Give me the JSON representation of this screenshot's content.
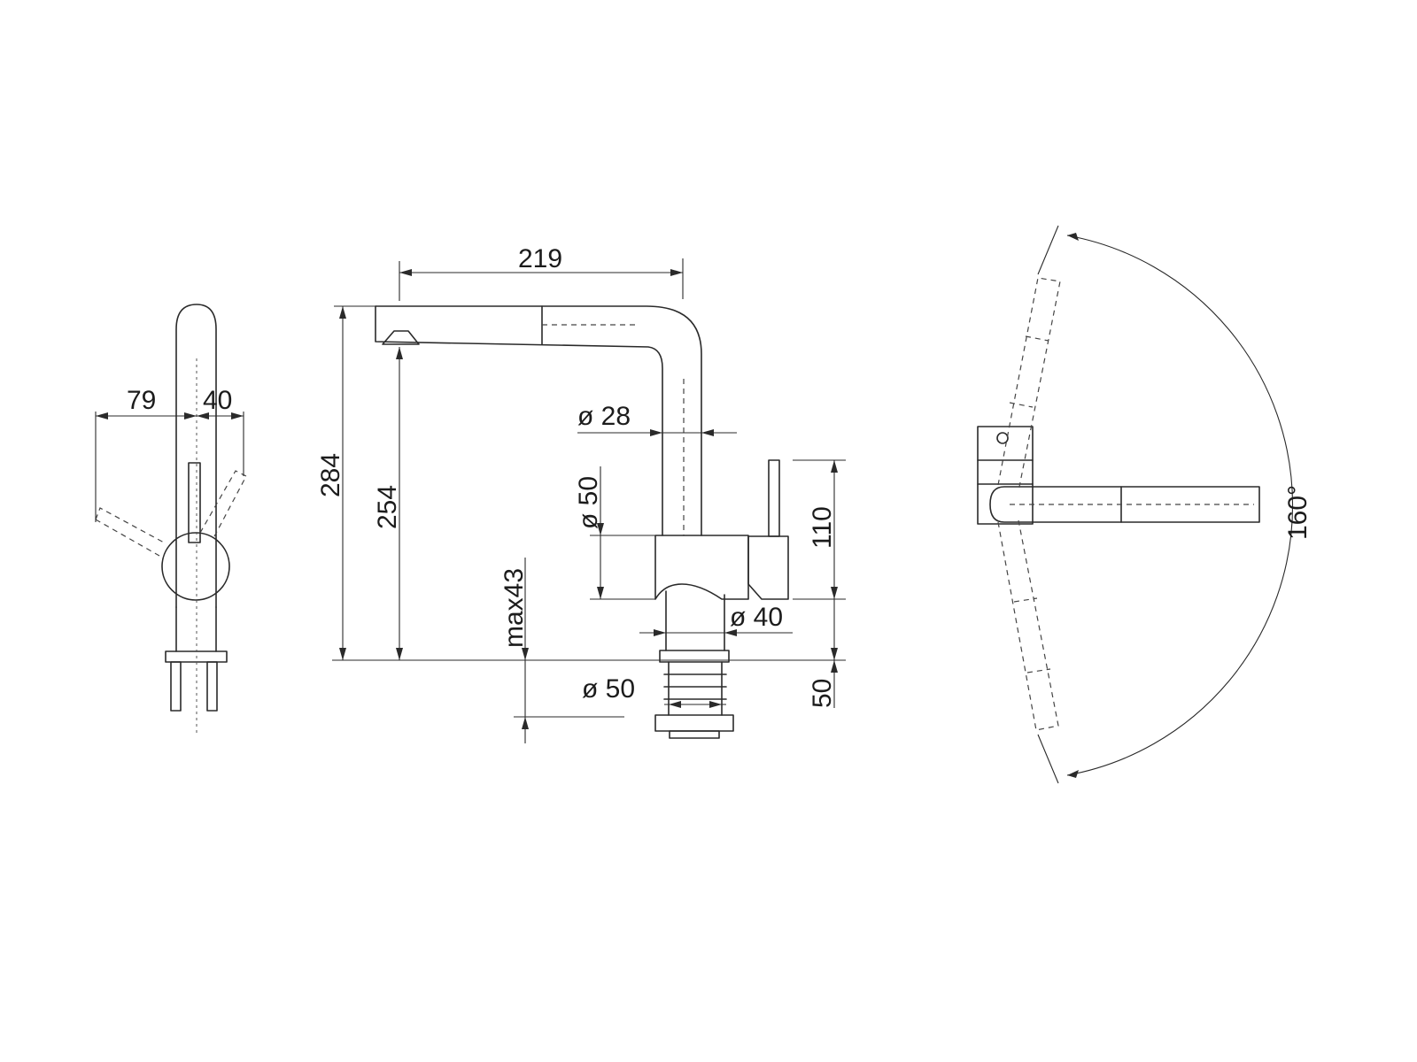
{
  "figure": {
    "dimensions": {
      "side_left_79": "79",
      "side_left_40": "40",
      "spout_reach": "219",
      "total_height": "284",
      "spout_height": "254",
      "tube_diameter": "ø 28",
      "base_diameter": "ø 50",
      "max_counter": "max43",
      "lever_height": "110",
      "shank_diameter": "ø 40",
      "thread_diameter": "ø 50",
      "below_counter": "50",
      "swivel_angle": "160°"
    }
  }
}
